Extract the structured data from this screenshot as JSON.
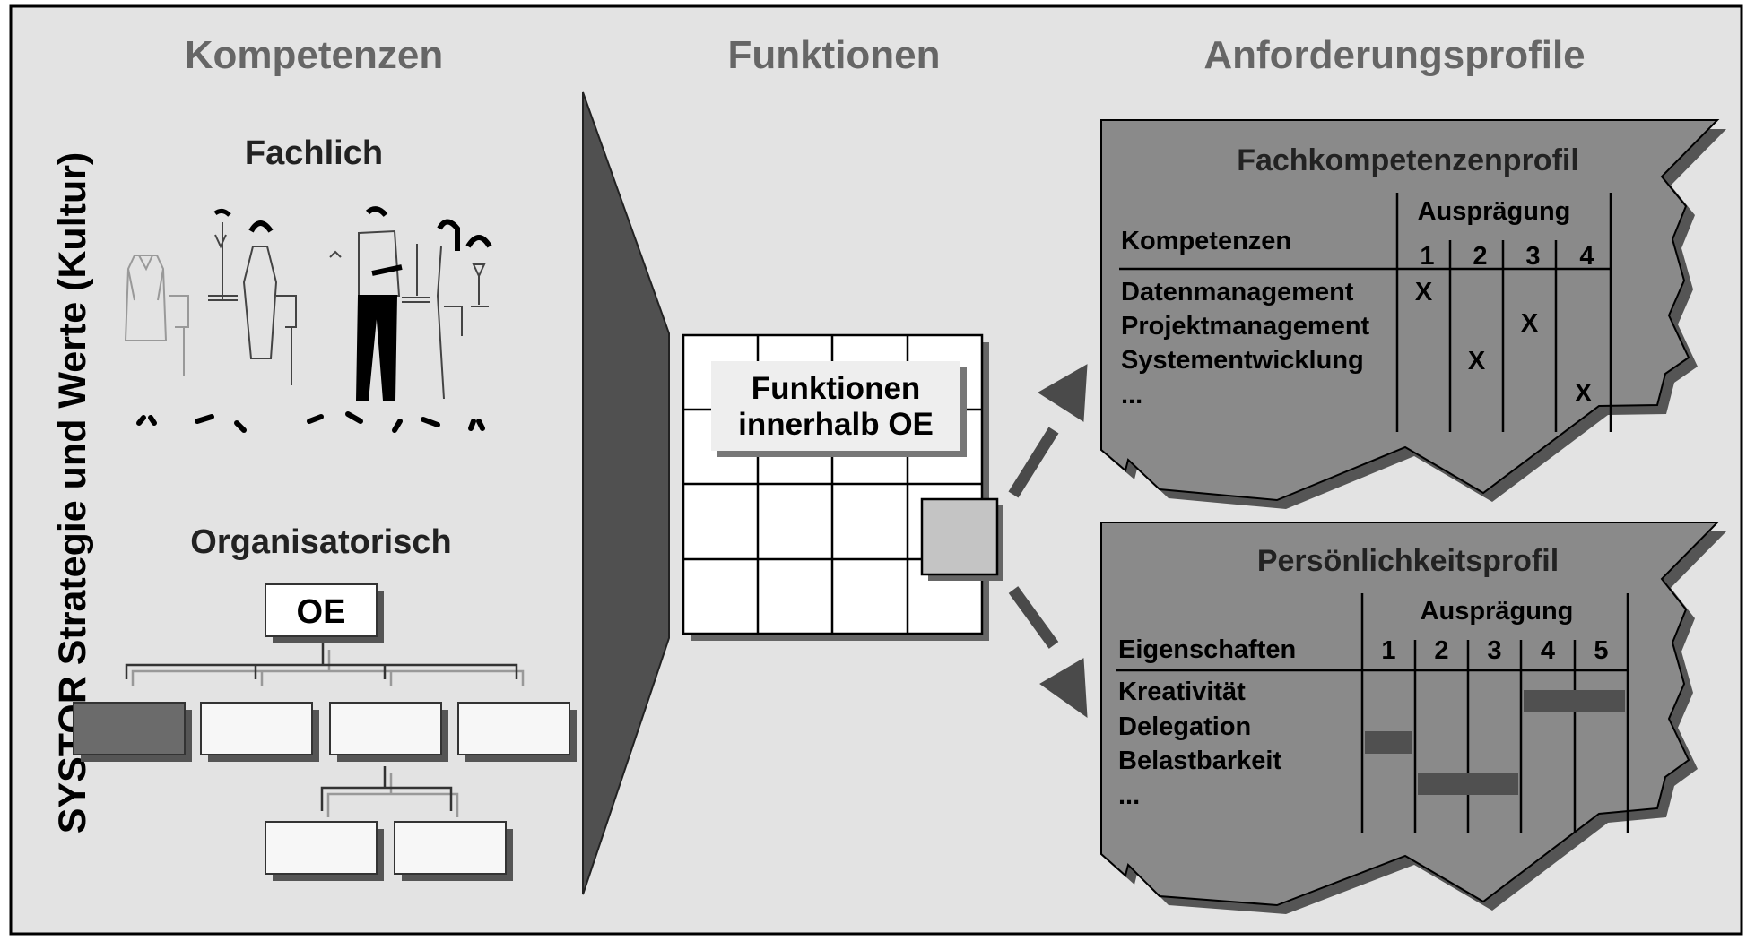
{
  "side_label": "SYSTOR Strategie und Werte (Kultur)",
  "columns": {
    "kompetenzen": "Kompetenzen",
    "funktionen": "Funktionen",
    "anforderungsprofile": "Anforderungsprofile"
  },
  "kompetenzen": {
    "fachlich": "Fachlich",
    "organisatorisch": "Organisatorisch",
    "oe_label": "OE"
  },
  "funktionen": {
    "box_line1": "Funktionen",
    "box_line2": "innerhalb OE"
  },
  "fach_profile": {
    "title": "Fachkompetenzenprofil",
    "group_header": "Ausprägung",
    "row_header": "Kompetenzen",
    "scale": [
      "1",
      "2",
      "3",
      "4"
    ],
    "rows": [
      {
        "label": "Datenmanagement",
        "mark": "X",
        "level": 1
      },
      {
        "label": "Projektmanagement",
        "mark": "X",
        "level": 3
      },
      {
        "label": "Systementwicklung",
        "mark": "X",
        "level": 2
      },
      {
        "label": "...",
        "mark": "X",
        "level": 4
      }
    ]
  },
  "personal_profile": {
    "title": "Persönlichkeitsprofil",
    "group_header": "Ausprägung",
    "row_header": "Eigenschaften",
    "scale": [
      "1",
      "2",
      "3",
      "4",
      "5"
    ],
    "rows": [
      {
        "label": "Kreativität",
        "range": [
          4,
          5
        ]
      },
      {
        "label": "Delegation",
        "range": [
          1,
          1
        ]
      },
      {
        "label": "Belastbarkeit",
        "range": [
          2,
          3
        ]
      },
      {
        "label": "..."
      }
    ]
  }
}
